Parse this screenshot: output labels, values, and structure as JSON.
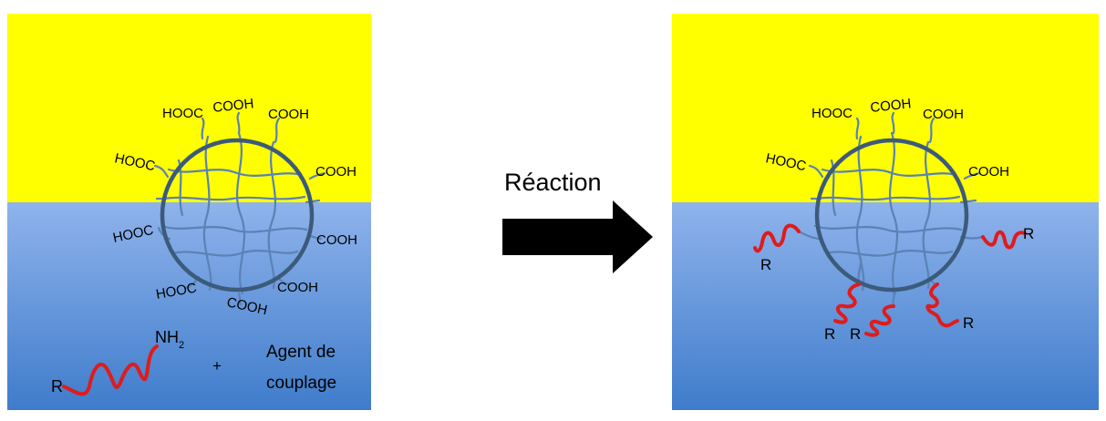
{
  "colors": {
    "oil_phase": "#ffff00",
    "water_top": "#8fb3ec",
    "water_bottom": "#3f7ccb",
    "particle_outline": "#3c5a7a",
    "polymer_strand": "#5a82b4",
    "ligand_chain": "#e01b1b",
    "arrow": "#000000"
  },
  "before": {
    "groups": {
      "g1": "HOOC",
      "g2": "COOH",
      "g3": "COOH",
      "g4": "HOOC",
      "g5": "COOH",
      "g6": "HOOC",
      "g7": "COOH",
      "g8": "HOOC",
      "g9": "COOH",
      "g10": "COOH"
    },
    "reagent": {
      "r_label": "R",
      "amine": "NH",
      "amine_sub": "2",
      "plus": "+",
      "agent_line1": "Agent de",
      "agent_line2": "couplage"
    }
  },
  "arrow": {
    "label": "Réaction"
  },
  "after": {
    "groups": {
      "g1": "HOOC",
      "g2": "COOH",
      "g3": "COOH",
      "g4": "HOOC",
      "g5": "COOH"
    },
    "r_labels": {
      "r1": "R",
      "r2": "R",
      "r3": "R",
      "r4": "R",
      "r5": "R"
    }
  }
}
